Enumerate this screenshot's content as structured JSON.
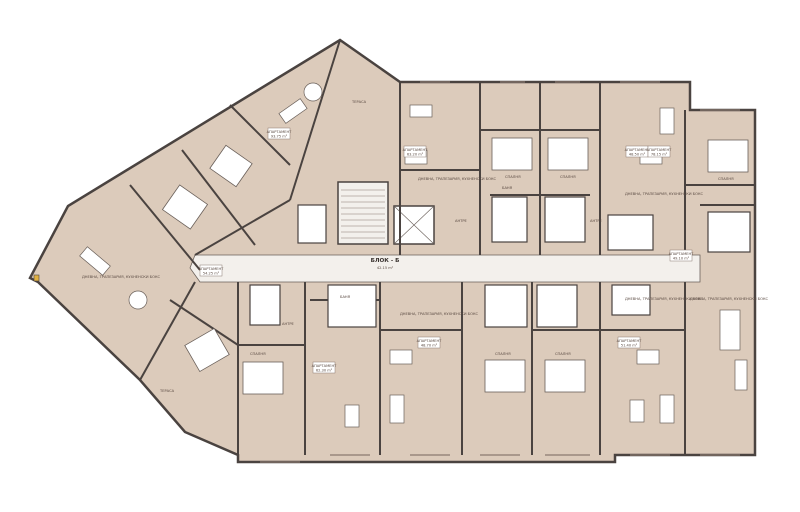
{
  "block": {
    "title": "БЛОК - Б",
    "subtitle": "42.15 m²"
  },
  "apartments": [
    {
      "id": "a1",
      "name": "АПАРТАМЕНТ",
      "area": "93.75 m²"
    },
    {
      "id": "a2",
      "name": "АПАРТАМЕНТ",
      "area": "63.20 m²"
    },
    {
      "id": "a3",
      "name": "АПАРТАМЕНТ",
      "area": "48.50 m²"
    },
    {
      "id": "a4",
      "name": "АПАРТАМЕНТ",
      "area": "49.10 m²"
    },
    {
      "id": "a5",
      "name": "АПАРТАМЕНТ",
      "area": "54.25 m²"
    },
    {
      "id": "a6",
      "name": "АПАРТАМЕНТ",
      "area": "62.30 m²"
    },
    {
      "id": "a7",
      "name": "АПАРТАМЕНТ",
      "area": "48.70 m²"
    },
    {
      "id": "a8",
      "name": "АПАРТАМЕНТ",
      "area": "51.40 m²"
    },
    {
      "id": "a9",
      "name": "АПАРТАМЕНТ",
      "area": "78.15 m²"
    }
  ],
  "rooms": {
    "living": "ДНЕВНА, ТРАПЕЗАРИЯ, КУХНЕНСКИ БОКС",
    "bedroom": "СПАЛНЯ",
    "bath": "БАНЯ",
    "hall": "АНТРЕ",
    "terrace": "ТЕРАСА"
  },
  "colors": {
    "floor": "#dccbbb",
    "wall": "#4a4340",
    "corridor": "#f3f0ec",
    "bath": "#ffffff"
  }
}
